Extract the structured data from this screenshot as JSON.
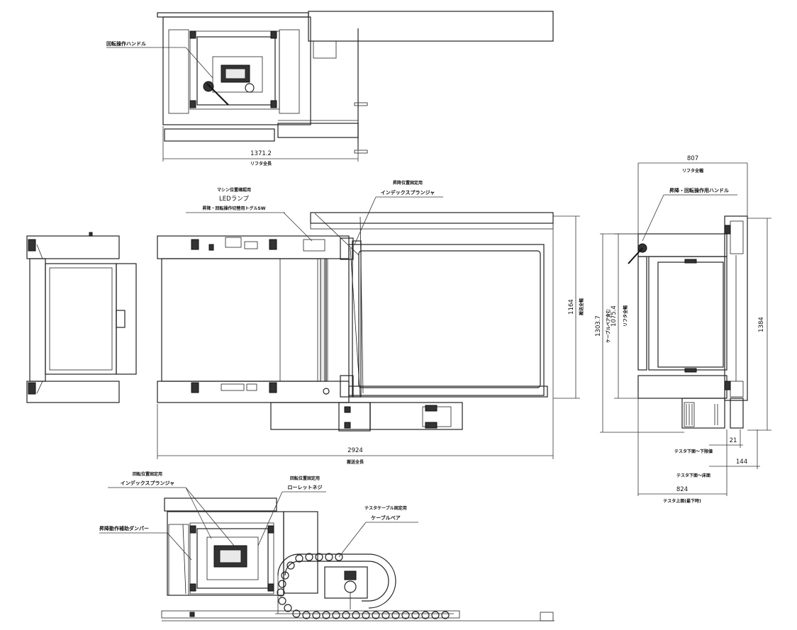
{
  "labels": {
    "top_handle": "回転操作ハンドル",
    "sensor_line1": "マシン位置確認用",
    "sensor_line2": "LEDランプ",
    "sensor_line3": "昇降・回転操作切替用トグルSW",
    "index_top_line1": "昇降位置固定用",
    "index_top_line2": "インデックスプランジャ",
    "right_handle": "昇降・回転操作用ハンドル",
    "bottom_index_line1": "回転位置固定用",
    "bottom_index_line2": "インデックスプランジャ",
    "bottom_knurl_line1": "回転位置固定用",
    "bottom_knurl_line2": "ローレットネジ",
    "bottom_damper": "昇降動作補助ダンパー",
    "bottom_cable_line1": "テスタケーブル固定用",
    "bottom_cable_line2": "ケーブルベア"
  },
  "dimensions": {
    "d1371": {
      "value": "1371.2",
      "caption": "リフタ全長"
    },
    "d2924": {
      "value": "2924",
      "caption": "搬送全長"
    },
    "d1164": {
      "value": "1164",
      "caption": "搬送全幅"
    },
    "d807": {
      "value": "807",
      "caption": "リフタ全幅"
    },
    "d1384": {
      "value": "1384"
    },
    "d1075": {
      "value": "1075.4",
      "caption": "リフタ全幅"
    },
    "d1303": {
      "value": "1303.7",
      "caption": "ケーブルベア含む"
    },
    "d21": {
      "value": "21",
      "caption": "テスタ下面～下限値"
    },
    "d144": {
      "value": "144",
      "caption": "テスタ下面～床面"
    },
    "d824": {
      "value": "824",
      "caption": "テスタ上面(最下時)"
    }
  }
}
